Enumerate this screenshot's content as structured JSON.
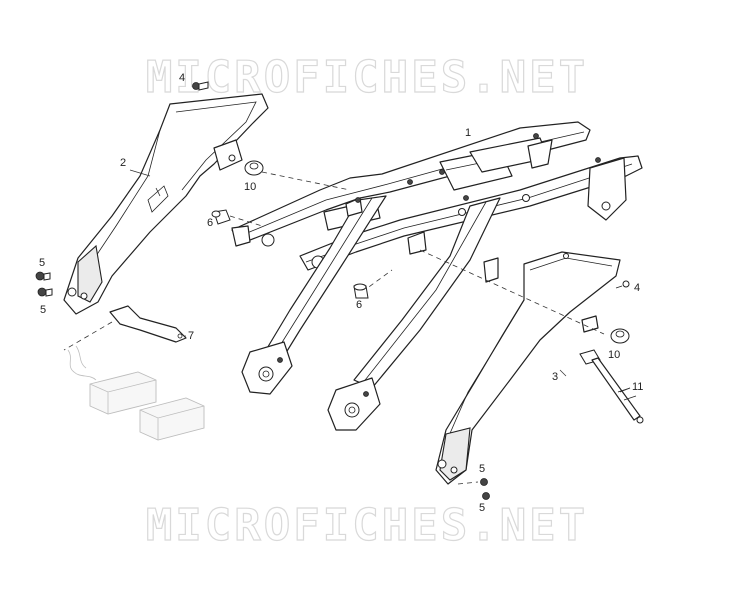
{
  "watermark": {
    "top": "MICROFICHES.NET",
    "bottom": "MICROFICHES.NET"
  },
  "callouts": [
    {
      "id": "c1",
      "text": "1"
    },
    {
      "id": "c2",
      "text": "2"
    },
    {
      "id": "c3",
      "text": "3"
    },
    {
      "id": "c4a",
      "text": "4"
    },
    {
      "id": "c4b",
      "text": "4"
    },
    {
      "id": "c5a",
      "text": "5"
    },
    {
      "id": "c5b",
      "text": "5"
    },
    {
      "id": "c5c",
      "text": "5"
    },
    {
      "id": "c5d",
      "text": "5"
    },
    {
      "id": "c6a",
      "text": "6"
    },
    {
      "id": "c6b",
      "text": "6"
    },
    {
      "id": "c7",
      "text": "7"
    },
    {
      "id": "c10a",
      "text": "10"
    },
    {
      "id": "c10b",
      "text": "10"
    },
    {
      "id": "c11",
      "text": "11"
    }
  ]
}
